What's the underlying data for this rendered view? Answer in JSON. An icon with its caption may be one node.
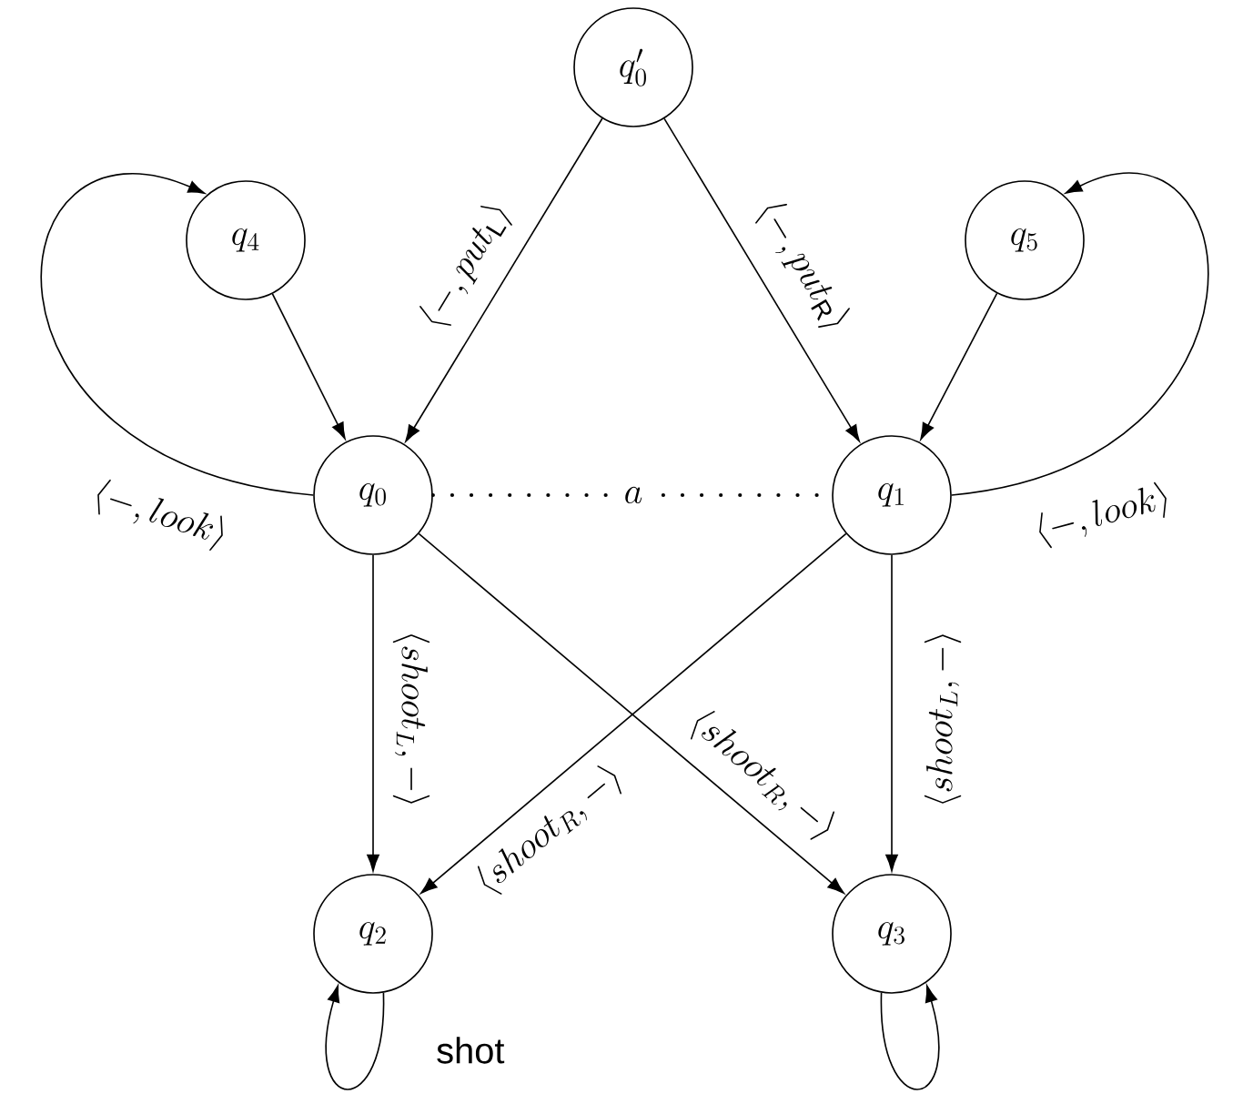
{
  "diagram": {
    "nodes": [
      {
        "text": [
          "q'_0"
        ]
      },
      {
        "text": [
          "q_4"
        ]
      },
      {
        "text": [
          "q_5"
        ]
      },
      {
        "text": [
          "q_0"
        ]
      },
      {
        "text": [
          "q_1"
        ]
      },
      {
        "text": [
          "q_2"
        ],
        "beside": [
          "shot"
        ]
      },
      {
        "text": [
          "q_3"
        ]
      }
    ],
    "edges": [
      {
        "from": 0,
        "to": 3,
        "arrow": "to",
        "label": "\\langle -, put_{\\mathrm{L}} \\rangle"
      },
      {
        "from": 0,
        "to": 4,
        "arrow": "to",
        "label": "\\langle -, put_{\\mathrm{R}} \\rangle"
      },
      {
        "from": 1,
        "to": 3,
        "arrow": "to"
      },
      {
        "from": 2,
        "to": 4,
        "arrow": "to"
      },
      {
        "from": 3,
        "to": 1,
        "arrow": "to",
        "label": "\\langle -, look \\rangle"
      },
      {
        "from": 4,
        "to": 2,
        "arrow": "to",
        "label": "\\langle -, look \\rangle"
      },
      {
        "from": 3,
        "to": 4,
        "arrow": "none",
        "label": "a",
        "style": "dashed"
      },
      {
        "from": 3,
        "to": 5,
        "arrow": "to",
        "label": "\\langle shoot_L, - \\rangle"
      },
      {
        "from": 3,
        "to": 6,
        "arrow": "to",
        "label": "\\langle shoot_R, - \\rangle"
      },
      {
        "from": 4,
        "to": 5,
        "arrow": "to",
        "label": "\\langle shoot_R, - \\rangle"
      },
      {
        "from": 4,
        "to": 6,
        "arrow": "to",
        "label": "\\langle shoot_L, - \\rangle"
      },
      {
        "from": 5,
        "to": 5,
        "arrow": "to"
      },
      {
        "from": 6,
        "to": 6,
        "arrow": "to"
      }
    ]
  }
}
